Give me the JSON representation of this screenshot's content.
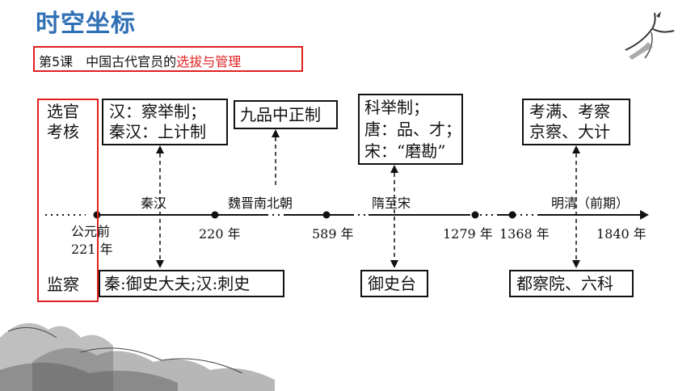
{
  "header": {
    "title": "时空坐标",
    "lesson_prefix": "第5课　中国古代官员的",
    "lesson_highlight": "选拔与管理"
  },
  "row_labels": {
    "select_l1": "选官",
    "select_l2": "考核",
    "supervise": "监察"
  },
  "top_boxes": {
    "han_qin": {
      "l1": "汉：察举制；",
      "l2": "秦汉：上计制"
    },
    "jiupin": {
      "l1": "九品中正制"
    },
    "keju": {
      "l1": "科举制；",
      "l2": "唐：品、才；",
      "l3": "宋：“磨勘”"
    },
    "ming": {
      "l1": "考满、考察",
      "l2": "京察、大计"
    }
  },
  "bottom_boxes": {
    "qin_han": "秦:御史大夫;汉:刺史",
    "yushitai": "御史台",
    "duchayuan": "都察院、六科"
  },
  "periods": {
    "qinhan": "秦汉",
    "weijin": "魏晋南北朝",
    "suisong": "隋至宋",
    "mingqing": "明清（前期）"
  },
  "years": {
    "y221_l1": "公元前",
    "y221_l2": "221 年",
    "y220": "220 年",
    "y589": "589 年",
    "y1279": "1279 年",
    "y1368": "1368 年",
    "y1840": "1840 年"
  },
  "colors": {
    "title_blue": "#2f6fb5",
    "highlight_red": "#e02020"
  }
}
